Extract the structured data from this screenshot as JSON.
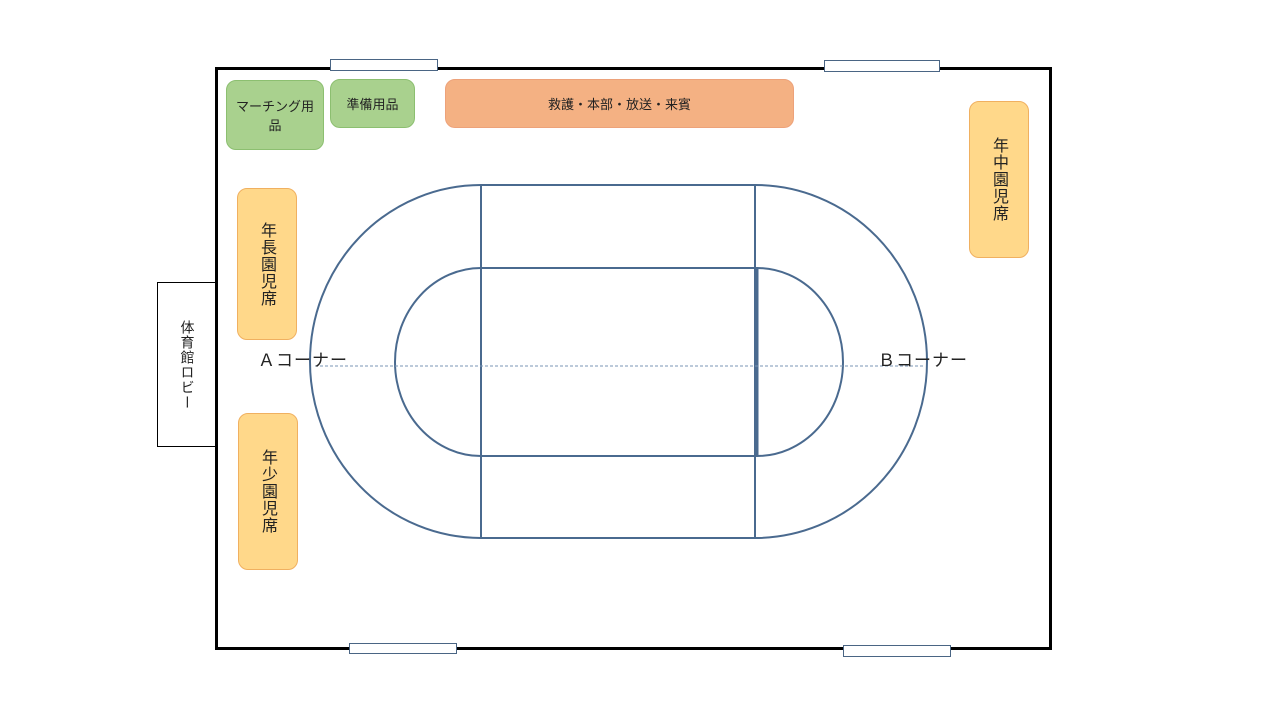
{
  "labels": {
    "marching": "マーチング用品",
    "prep": "準備用品",
    "hq": "救護・本部・放送・来賓",
    "nenchu": "年中園児席",
    "nencho": "年長園児席",
    "nensho": "年少園児席",
    "lobby": "体育館ロビー",
    "corner_a": "Ａコーナー",
    "corner_b": "Ｂコーナー"
  },
  "colors": {
    "track": "#4a6a8f",
    "green": "#a9d18e",
    "orange": "#f4b183",
    "yellow": "#ffd88a"
  }
}
